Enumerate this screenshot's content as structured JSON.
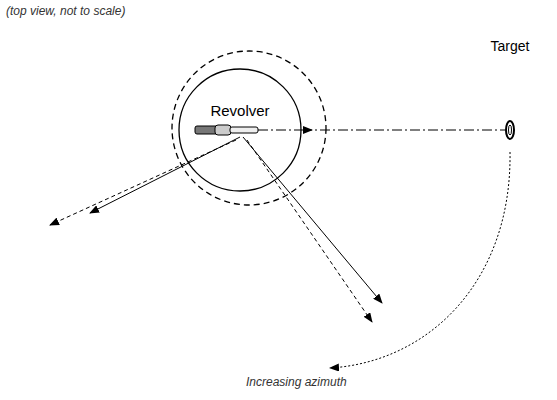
{
  "diagram": {
    "nodes": [
      {
        "text": [
          "Revolver"
        ]
      },
      {
        "text": [
          "Target"
        ]
      }
    ],
    "edges": [
      {
        "from": 0,
        "to": 1,
        "arrow": "to"
      }
    ],
    "labels": [
      "(top view, not to scale)",
      "Increasing azimuth"
    ]
  }
}
